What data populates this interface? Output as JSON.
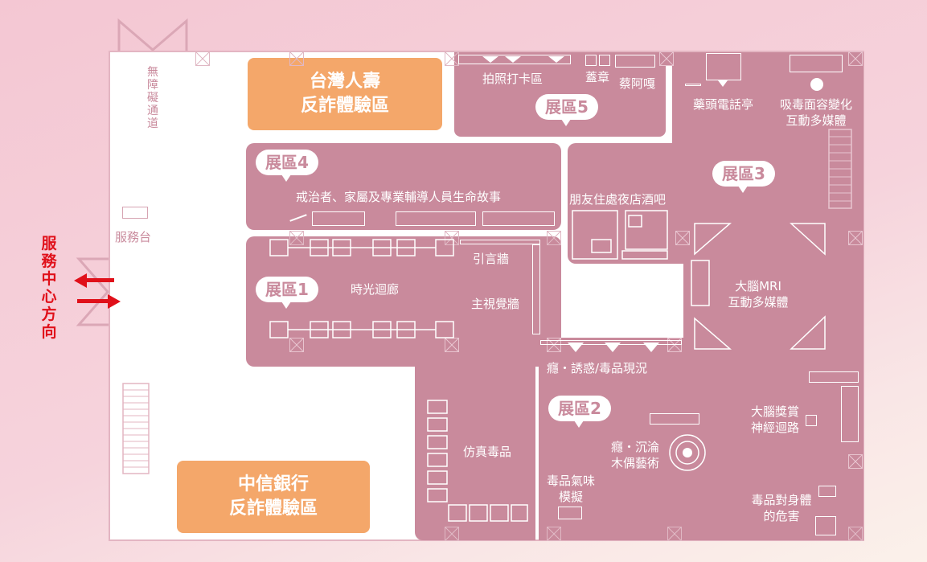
{
  "map": {
    "accessible_path": "無障礙通道",
    "service_desk": "服務台",
    "service_center_direction": "服務中心方向",
    "taiwan_life": [
      "台灣人壽",
      "反詐體驗區"
    ],
    "ctbc_bank": [
      "中信銀行",
      "反詐體驗區"
    ],
    "zone1": {
      "tag": "展區1",
      "corridor": "時光迴廊",
      "intro_wall": "引言牆",
      "main_wall": "主視覺牆",
      "simulated_drugs": "仿真毒品"
    },
    "zone2": {
      "tag": "展區2",
      "addiction": "癮・誘惑/毒品現況",
      "puppet": [
        "癮・沉淪",
        "木偶藝術"
      ],
      "smell": [
        "毒品氣味",
        "模擬"
      ],
      "reward": [
        "大腦獎賞",
        "神經迴路"
      ],
      "harm": [
        "毒品對身體",
        "的危害"
      ]
    },
    "zone3": {
      "tag": "展區3",
      "bar": "朋友住處夜店酒吧",
      "brain_mri": [
        "大腦MRI",
        "互動多媒體"
      ]
    },
    "zone4": {
      "tag": "展區4",
      "stories": "戒治者、家屬及專業輔導人員生命故事"
    },
    "zone5": {
      "tag": "展區5",
      "photo": "拍照打卡區",
      "stamp": "蓋章",
      "mascot": "蔡阿嘎"
    },
    "phone_booth": "藥頭電話亭",
    "face_change": [
      "吸毒面容變化",
      "互動多媒體"
    ],
    "colors": {
      "zone": "#c98a9c",
      "orange": "#f4a76a",
      "arrow": "#e0101a",
      "background": "#f4c7d3"
    }
  }
}
